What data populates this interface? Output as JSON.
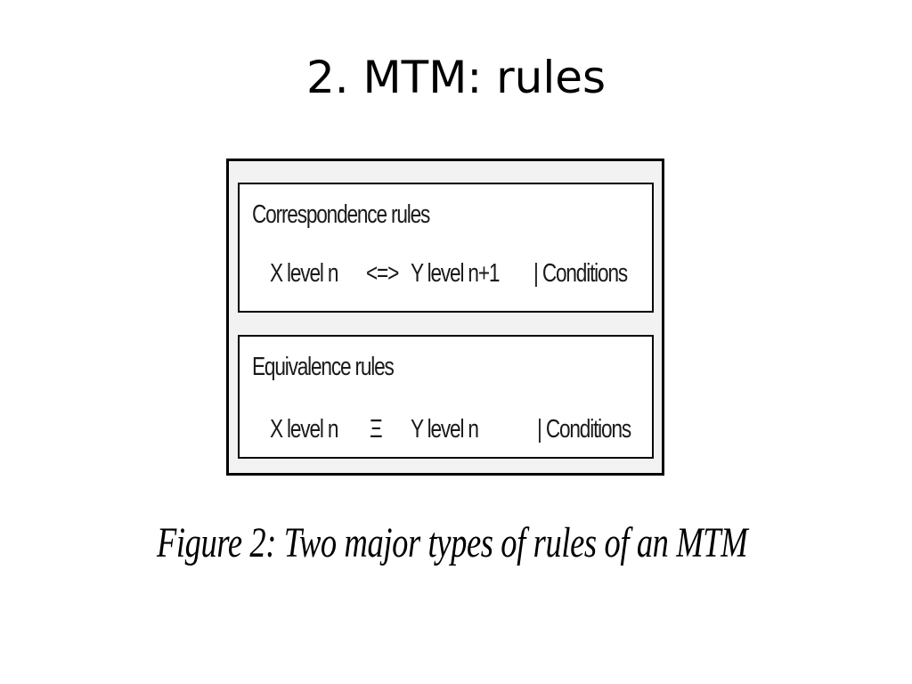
{
  "slide": {
    "title": "2. MTM: rules"
  },
  "figure": {
    "correspondence": {
      "heading": "Correspondence  rules",
      "left": "X level  n",
      "operator": "<=>",
      "right": "Y level n+1",
      "condition": "| Conditions"
    },
    "equivalence": {
      "heading": "Equivalence  rules",
      "left": "X level  n",
      "operator": "Ξ",
      "right": "Y level n",
      "condition": "| Conditions"
    },
    "caption": "Figure 2: Two major types of rules of an MTM"
  }
}
